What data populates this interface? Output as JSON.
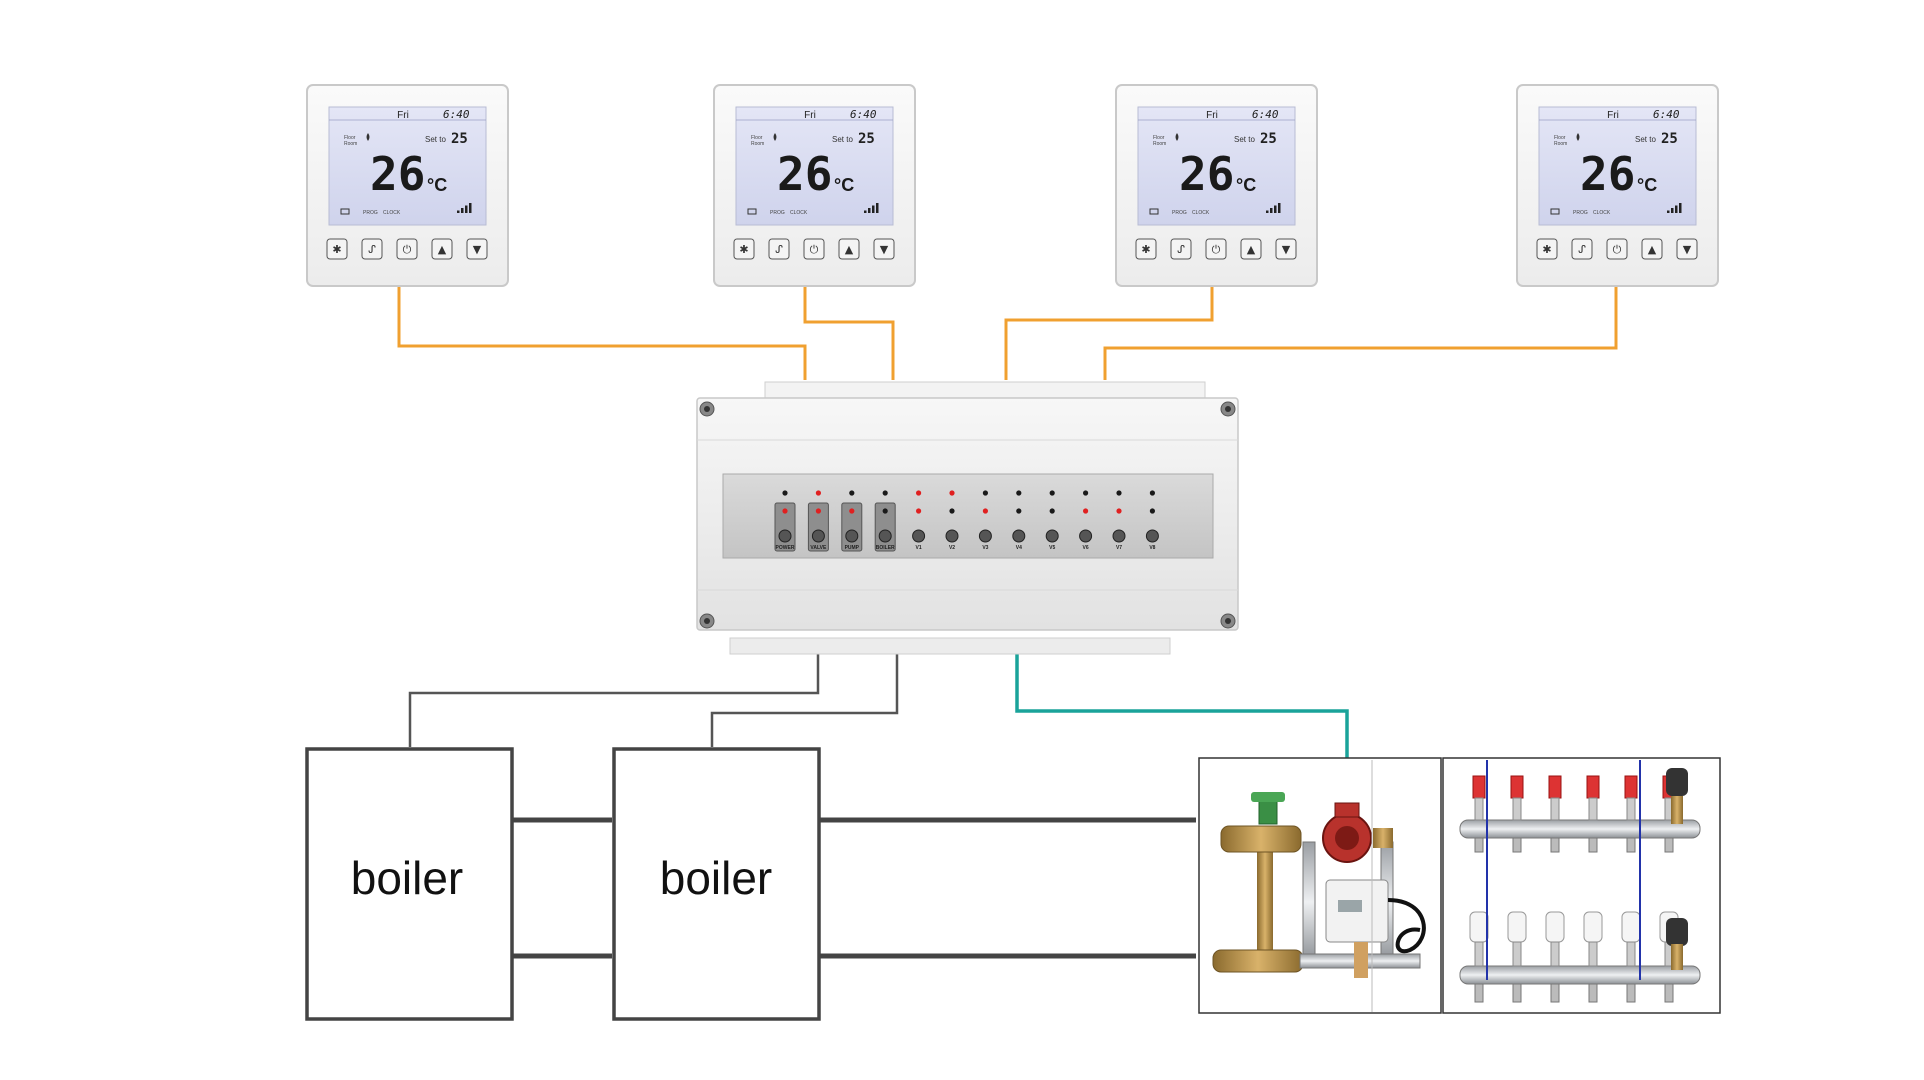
{
  "thermostat": {
    "day": "Fri",
    "time": "6:40",
    "mode_label_1": "Floor",
    "mode_label_2": "Room",
    "set_label": "Set to",
    "set_value": "25",
    "temperature": "26",
    "unit": "°C",
    "footer_1": "PROG",
    "footer_2": "CLOCK"
  },
  "controller": {
    "channels": [
      "POWER",
      "VALVE",
      "PUMP",
      "BOILER",
      "V1",
      "V2",
      "V3",
      "V4",
      "V5",
      "V6",
      "V7",
      "V8"
    ]
  },
  "boilers": [
    {
      "label": "boiler"
    },
    {
      "label": "boiler"
    }
  ],
  "colors": {
    "thermostat_wire": "#f0a030",
    "pump_wire": "#1aa39a",
    "boiler_wire": "#555555",
    "pipe": "#444444",
    "led_on": "#e02020",
    "led_off": "#1a1a1a"
  }
}
